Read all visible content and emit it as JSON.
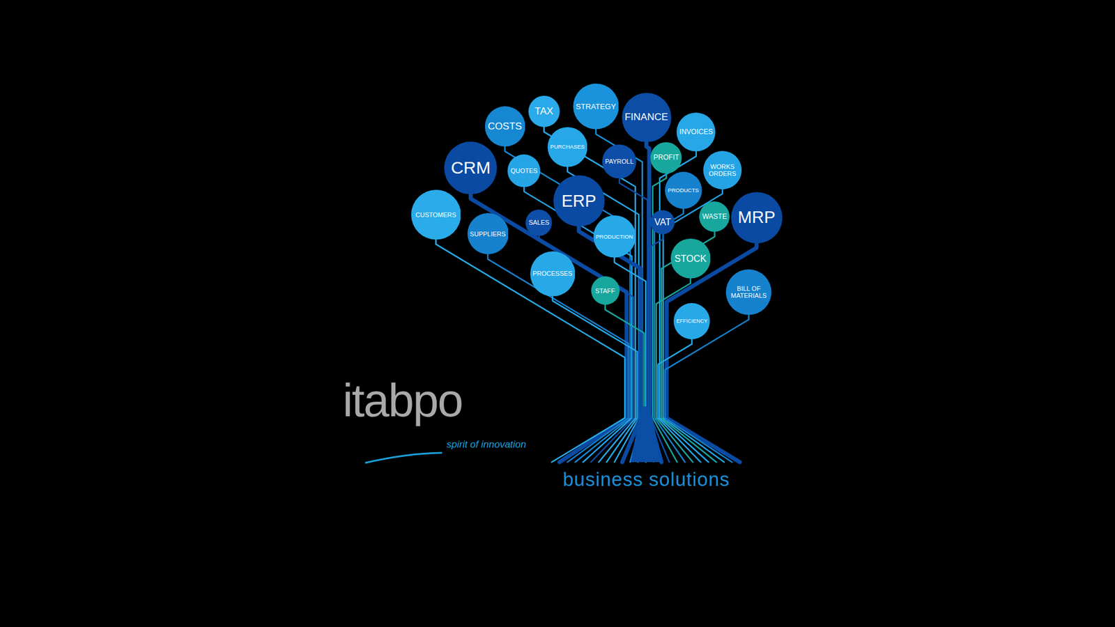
{
  "diagram": {
    "nodes": [
      {
        "text": [
          "COSTS"
        ]
      },
      {
        "text": [
          "TAX"
        ]
      },
      {
        "text": [
          "STRATEGY"
        ]
      },
      {
        "text": [
          "FINANCE"
        ]
      },
      {
        "text": [
          "INVOICES"
        ]
      },
      {
        "text": [
          "CRM"
        ]
      },
      {
        "text": [
          "QUOTES"
        ]
      },
      {
        "text": [
          "PURCHASES"
        ]
      },
      {
        "text": [
          "PAYROLL"
        ]
      },
      {
        "text": [
          "PROFIT"
        ]
      },
      {
        "text": [
          "WORKS ORDERS"
        ]
      },
      {
        "text": [
          "CUSTOMERS"
        ]
      },
      {
        "text": [
          "SUPPLIERS"
        ]
      },
      {
        "text": [
          "SALES"
        ]
      },
      {
        "text": [
          "ERP"
        ]
      },
      {
        "text": [
          "PRODUCTS"
        ]
      },
      {
        "text": [
          "VAT"
        ]
      },
      {
        "text": [
          "WASTE"
        ]
      },
      {
        "text": [
          "MRP"
        ]
      },
      {
        "text": [
          "PRODUCTION"
        ]
      },
      {
        "text": [
          "STOCK"
        ]
      },
      {
        "text": [
          "PROCESSES"
        ]
      },
      {
        "text": [
          "STAFF"
        ]
      },
      {
        "text": [
          "BILL OF MATERIALS"
        ]
      },
      {
        "text": [
          "EFFICIENCY"
        ]
      }
    ],
    "labels": [
      "itabpo",
      "spirit of innovation",
      "business solutions"
    ]
  }
}
